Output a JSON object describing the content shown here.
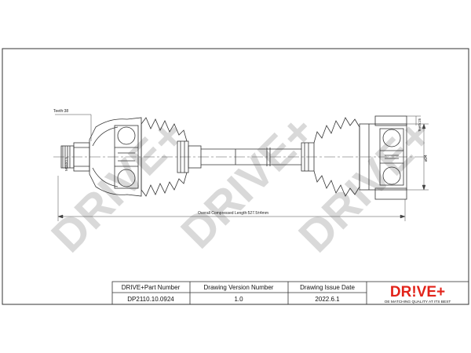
{
  "watermark": {
    "text": "DRIVE+"
  },
  "annotations": {
    "teeth_left": "Teeth:38",
    "thread_left": "M16X1.5",
    "teeth_right": "Teeth:25",
    "diameter_right": "ø94",
    "overall_length": "Overall  Compressed  Length:527.5±4mm"
  },
  "title_block": {
    "headers": {
      "part_number": "DRIVE+Part Number",
      "version": "Drawing Version Number",
      "issue_date": "Drawing Issue Date"
    },
    "values": {
      "part_number": "DP2110.10.0924",
      "version": "1.0",
      "issue_date": "2022.6.1"
    }
  },
  "logo": {
    "text": "DR!VE+",
    "tagline": "OE MATCHING QUALITY AT ITS BEST"
  },
  "colors": {
    "line": "#333333",
    "watermark": "#d9d9d9",
    "logo_red": "#e2231a"
  }
}
